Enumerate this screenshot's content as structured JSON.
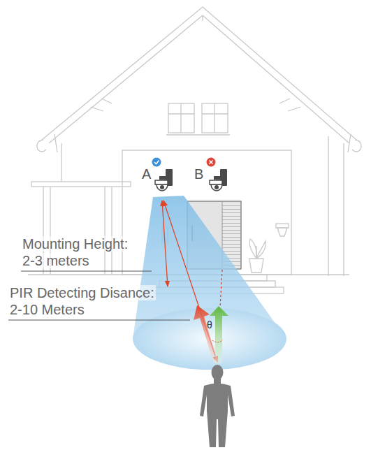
{
  "diagram": {
    "labels": [
      "A",
      "B",
      "Mounting Height:",
      "2-3 meters",
      "PIR Detecting Disance:",
      "2-10 Meters",
      "θ"
    ]
  }
}
